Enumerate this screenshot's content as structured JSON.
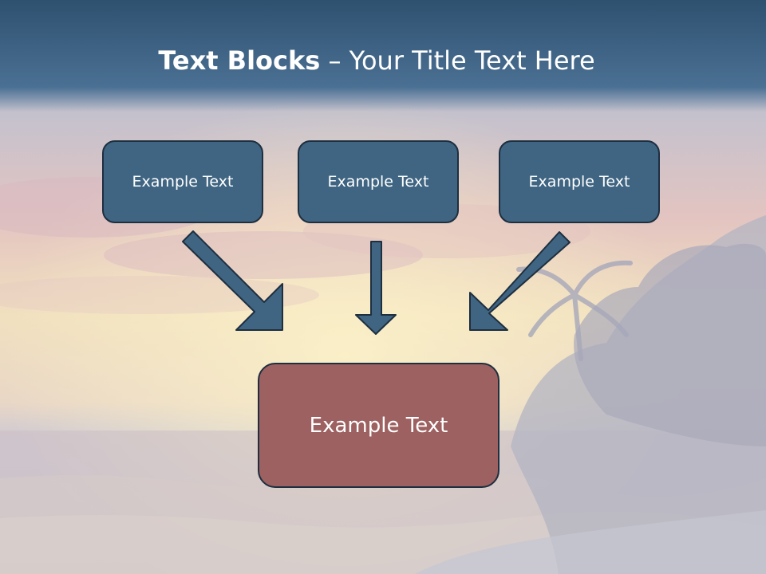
{
  "title": {
    "bold": "Text Blocks",
    "dash": " – ",
    "rest": "Your Title Text Here"
  },
  "boxes": [
    {
      "label": "Example Text"
    },
    {
      "label": "Example Text"
    },
    {
      "label": "Example Text"
    }
  ],
  "target": {
    "label": "Example Text"
  },
  "colors": {
    "title_bar": "#3b5f80",
    "box_fill": "#3f6582",
    "box_border": "#1e2f40",
    "target_fill": "#9c6160",
    "arrow_fill": "#3f6582"
  }
}
